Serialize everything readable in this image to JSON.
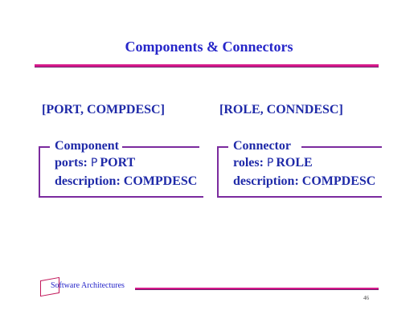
{
  "slide": {
    "title": "Components & Connectors",
    "given_left": "[PORT, COMPDESC]",
    "given_right": "[ROLE, CONNDESC]"
  },
  "component_schema": {
    "name": "Component",
    "line1_label": "ports:",
    "line1_set": "P",
    "line1_type": "PORT",
    "line2": "description: COMPDESC"
  },
  "connector_schema": {
    "name": "Connector",
    "line1_label": "roles:",
    "line1_set": "P",
    "line1_type": "ROLE",
    "line2": "description: COMPDESC"
  },
  "footer": {
    "label": "Software Architectures",
    "page_number": "46"
  }
}
